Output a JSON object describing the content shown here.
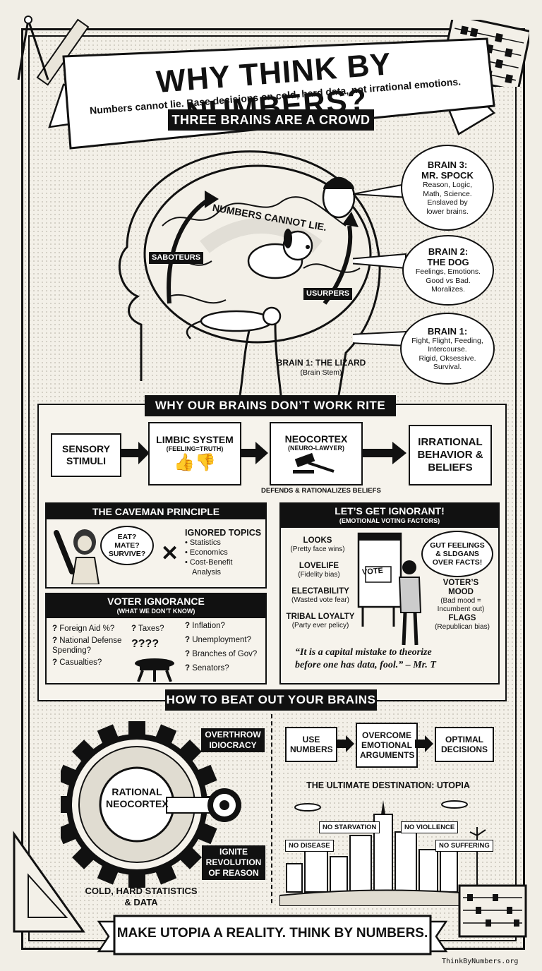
{
  "header": {
    "title": "WHY THINK BY NUMBERS?",
    "subtitle": "Numbers cannot lie. Base decisions on cold, hard data, not irrational emotions."
  },
  "brains_section": {
    "heading": "THREE BRAINS ARE A CROWD",
    "arc_text": "NUMBERS CANNOT LIE.",
    "saboteurs": "SABOTEURS",
    "usurpers": "USURPERS",
    "lizard_label": "BRAIN 1: THE LIZARD",
    "lizard_sub": "(Brain Stem)",
    "brain3": {
      "title1": "BRAIN 3:",
      "title2": "MR. SPOCK",
      "lines": [
        "Reason, Logic,",
        "Math, Science.",
        "Enslaved by",
        "lower brains."
      ]
    },
    "brain2": {
      "title1": "BRAIN 2:",
      "title2": "THE DOG",
      "lines": [
        "Feelings, Emotions.",
        "Good vs Bad.",
        "Moralizes."
      ]
    },
    "brain1": {
      "title1": "BRAIN 1:",
      "lines": [
        "Fight, Flight, Feeding,",
        "Intercourse.",
        "Rigid, Oksessive.",
        "Survival."
      ]
    }
  },
  "flow_section": {
    "heading": "WHY OUR BRAINS DON’T WORK RITE",
    "sensory": "SENSORY STIMULI",
    "limbic": "LIMBIC SYSTEM",
    "limbic_sub": "(FEELING=TRUTH)",
    "neocortex": "NEOCORTEX",
    "neocortex_sub": "(NEURO-LAWYER)",
    "irrational": "IRRATIONAL BEHAVIOR & BELIEFS",
    "defends": "DEFENDS & RATIONALIZES BELIEFS"
  },
  "caveman": {
    "heading": "THE CAVEMAN PRINCIPLE",
    "thought": [
      "EAT?",
      "MATE?",
      "SURVIVE?"
    ],
    "ignored_title": "IGNORED TOPICS",
    "ignored_items": [
      "Statistics",
      "Economics",
      "Cost-Benefit Analysis"
    ]
  },
  "voter_ignorance": {
    "heading": "VOTER IGNORANCE",
    "sub": "(WHAT WE DON’T KNOW)",
    "col1": [
      "Foreign Aid %?",
      "National Defense Spending?",
      "Casualties?"
    ],
    "col2": [
      "Taxes?"
    ],
    "col3": [
      "Inflation?",
      "Unemployment?",
      "Branches of Gov?",
      "Senators?"
    ],
    "marks": "????"
  },
  "ignorant": {
    "heading": "LET’S GET IGNORANT!",
    "sub": "(EMOTIONAL VOTING FACTORS)",
    "looks": "LOOKS",
    "looks_sub": "(Pretty face wins)",
    "lovelife": "LOVELIFE",
    "lovelife_sub": "(Fidelity bias)",
    "electability": "ELECTABILITY",
    "electability_sub": "(Wasted vote fear)",
    "tribal": "TRIBAL LOYALTY",
    "tribal_sub": "(Party ever pelicy)",
    "vote": "VOTE",
    "gut": [
      "GUT FEELINGS",
      "& SLDGANS",
      "OVER FACTS!"
    ],
    "mood": "VOTER’S MOOD",
    "mood_sub1": "(Bad mood =",
    "mood_sub2": "Incumbent out)",
    "flags": "FLAGS",
    "flags_sub": "(Republican bias)",
    "quote1": "“It is a capital mistake to theorize",
    "quote2": "before one has data, fool.” – Mr. T"
  },
  "beat_section": {
    "heading": "HOW TO BEAT OUT YOUR BRAINS",
    "gear": "RATIONAL NEOCORTEX",
    "overthrow": "OVERTHROW IDIOCRACY",
    "ignite": "IGNITE REVOLUTION OF REASON",
    "cold": "COLD, HARD STATISTICS & DATA",
    "step1": "USE NUMBERS",
    "step2": "OVERCOME EMOTIONAL ARGUMENTS",
    "step3": "OPTIMAL DECISIONS",
    "utopia": "THE ULTIMATE DESTINATION: UTOPIA",
    "signs": [
      "NO STARVATION",
      "NO VIOLLENCE",
      "NO DISEASE",
      "NO SUFFERING"
    ]
  },
  "footer": {
    "banner": "MAKE UTOPIA A REALITY. THINK BY NUMBERS.",
    "site": "ThinkByNumbers.org"
  }
}
